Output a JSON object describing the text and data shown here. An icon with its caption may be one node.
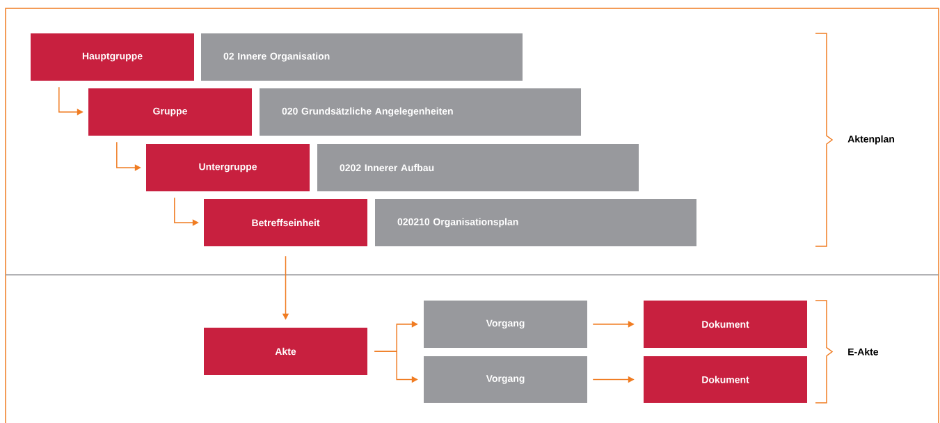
{
  "diagram": {
    "nodes": [
      {
        "text": [
          "Hauptgruppe"
        ]
      },
      {
        "text": [
          "02 Innere Organisation"
        ]
      },
      {
        "text": [
          "Gruppe"
        ]
      },
      {
        "text": [
          "020 Grundsätzliche Angelegenheiten"
        ]
      },
      {
        "text": [
          "Untergruppe"
        ]
      },
      {
        "text": [
          "0202 Innerer Aufbau"
        ]
      },
      {
        "text": [
          "Betreffseinheit"
        ]
      },
      {
        "text": [
          "020210 Organisationsplan"
        ]
      },
      {
        "text": [
          "Akte"
        ]
      },
      {
        "text": [
          "Vorgang"
        ]
      },
      {
        "text": [
          "Vorgang"
        ]
      },
      {
        "text": [
          "Dokument"
        ]
      },
      {
        "text": [
          "Dokument"
        ]
      }
    ],
    "edges": [
      {
        "from": 0,
        "to": 2,
        "arrow": "to"
      },
      {
        "from": 2,
        "to": 4,
        "arrow": "to"
      },
      {
        "from": 4,
        "to": 6,
        "arrow": "to"
      },
      {
        "from": 6,
        "to": 8,
        "arrow": "to"
      },
      {
        "from": 8,
        "to": 9,
        "arrow": "to"
      },
      {
        "from": 8,
        "to": 10,
        "arrow": "to"
      },
      {
        "from": 9,
        "to": 11,
        "arrow": "to"
      },
      {
        "from": 10,
        "to": 12,
        "arrow": "to"
      }
    ],
    "labels": [
      "Aktenplan",
      "E-Akte"
    ]
  }
}
